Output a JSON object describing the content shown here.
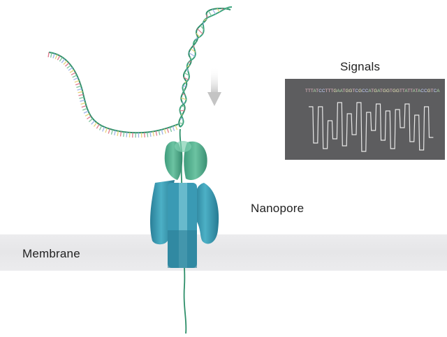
{
  "labels": {
    "signals": "Signals",
    "nanopore": "Nanopore",
    "membrane": "Membrane"
  },
  "signal_panel": {
    "sequence": "TTTATCCTTTGAATGGTCGCCATGATGGTGGTTATTATACCGTCA"
  },
  "colors": {
    "strand": "#2e8f6a",
    "pore_upper": "#4aa687",
    "pore_lower": "#2f8ea6",
    "panel_bg": "#5d5d5f",
    "trace": "#e8e8e8",
    "membrane": "#e8e8ea"
  },
  "icons": [
    "down-arrow-icon"
  ]
}
